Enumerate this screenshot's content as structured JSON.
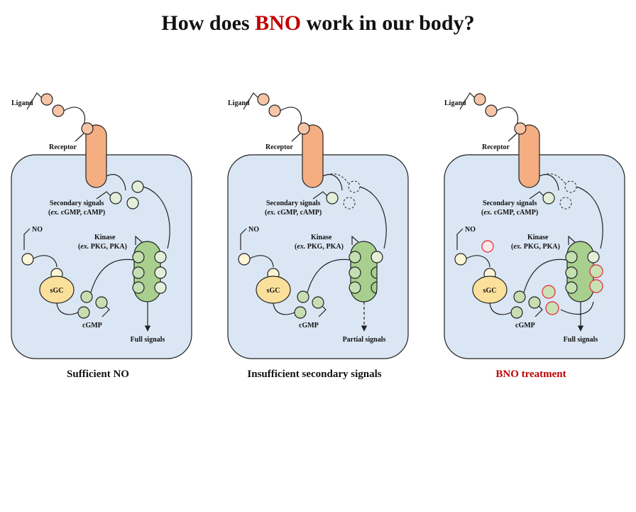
{
  "title": {
    "prefix": "How does ",
    "accent": "BNO",
    "suffix": " work in our body?"
  },
  "colors": {
    "accent": "#c00000",
    "cell": "#dbe6f4",
    "receptor": "#f4ae82",
    "ligand": "#f7c4a6",
    "kinase": "#a8cf8e",
    "sgc": "#fbe09c",
    "no": "#fdf5d6",
    "bno_outline": "#e0404a"
  },
  "labels": {
    "ligand": "Ligand",
    "receptor": "Receptor",
    "secondary_line1": "Secondary signals",
    "secondary_ex": "ex.",
    "secondary_line2": " cGMP, cAMP)",
    "no": "NO",
    "kinase_line1": "Kinase",
    "kinase_ex": "ex.",
    "kinase_line2": " PKG, PKA)",
    "sgc": "sGC",
    "cgmp": "cGMP"
  },
  "panels": [
    {
      "outcome": "Full signals",
      "caption": "Sufficient NO",
      "caption_accent": false
    },
    {
      "outcome": "Partial signals",
      "caption": "Insufficient secondary signals",
      "caption_accent": false
    },
    {
      "outcome": "Full signals",
      "caption": "BNO treatment",
      "caption_accent": true
    }
  ]
}
